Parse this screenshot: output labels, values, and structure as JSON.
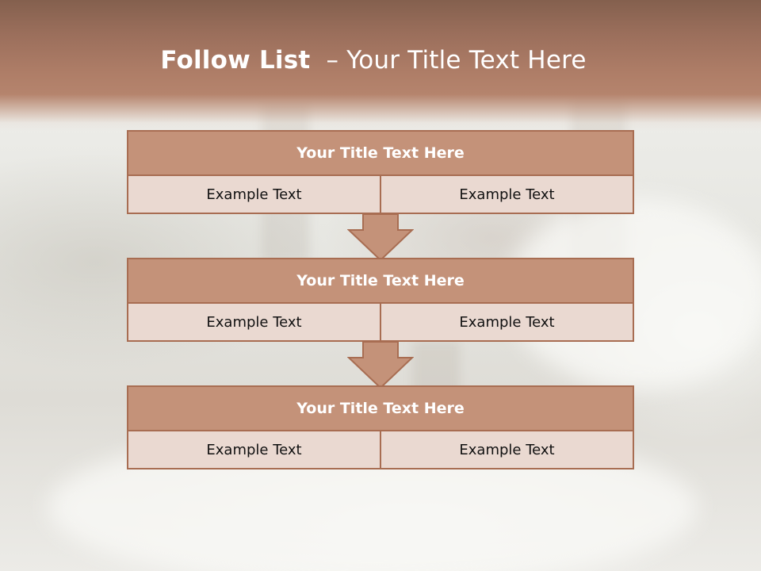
{
  "slide": {
    "title_strong": "Follow List",
    "title_rest": "– Your Title Text Here",
    "colors": {
      "header_band": "#a87560",
      "block_header": "#c49279",
      "block_cell": "#ead9d1",
      "border": "#a86d52",
      "arrow": "#c49279"
    },
    "blocks": [
      {
        "header": "Your Title Text Here",
        "cells": [
          "Example Text",
          "Example Text"
        ]
      },
      {
        "header": "Your Title Text Here",
        "cells": [
          "Example Text",
          "Example Text"
        ]
      },
      {
        "header": "Your Title Text Here",
        "cells": [
          "Example Text",
          "Example Text"
        ]
      }
    ],
    "arrows": [
      "down-arrow-icon",
      "down-arrow-icon"
    ]
  }
}
